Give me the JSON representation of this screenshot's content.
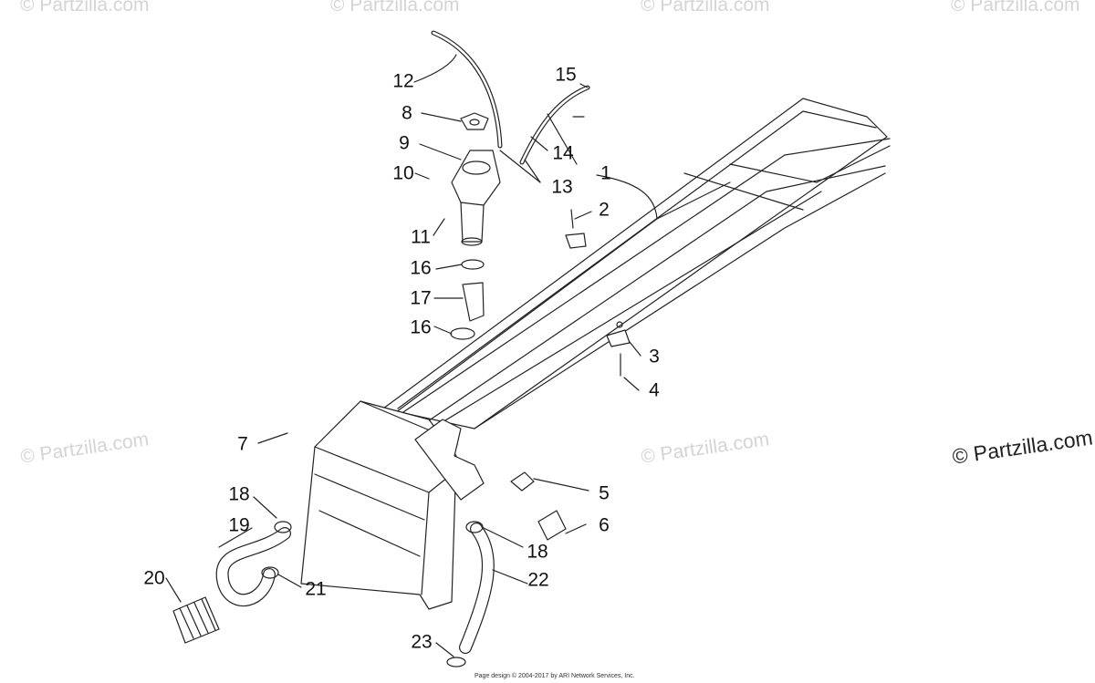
{
  "watermark": {
    "text": "© Partzilla.com",
    "side_text": "© Partzilla.com"
  },
  "footer": "Page design © 2004-2017 by ARI Network Services, Inc.",
  "callouts": [
    {
      "id": "1",
      "label": "1"
    },
    {
      "id": "2",
      "label": "2"
    },
    {
      "id": "3",
      "label": "3"
    },
    {
      "id": "4",
      "label": "4"
    },
    {
      "id": "5",
      "label": "5"
    },
    {
      "id": "6",
      "label": "6"
    },
    {
      "id": "7",
      "label": "7"
    },
    {
      "id": "8",
      "label": "8"
    },
    {
      "id": "9",
      "label": "9"
    },
    {
      "id": "10",
      "label": "10"
    },
    {
      "id": "11",
      "label": "11"
    },
    {
      "id": "12",
      "label": "12"
    },
    {
      "id": "13",
      "label": "13"
    },
    {
      "id": "14",
      "label": "14"
    },
    {
      "id": "15",
      "label": "15"
    },
    {
      "id": "16a",
      "label": "16"
    },
    {
      "id": "16b",
      "label": "16"
    },
    {
      "id": "17",
      "label": "17"
    },
    {
      "id": "18a",
      "label": "18"
    },
    {
      "id": "18b",
      "label": "18"
    },
    {
      "id": "19",
      "label": "19"
    },
    {
      "id": "20",
      "label": "20"
    },
    {
      "id": "21",
      "label": "21"
    },
    {
      "id": "22",
      "label": "22"
    },
    {
      "id": "23",
      "label": "23"
    }
  ]
}
